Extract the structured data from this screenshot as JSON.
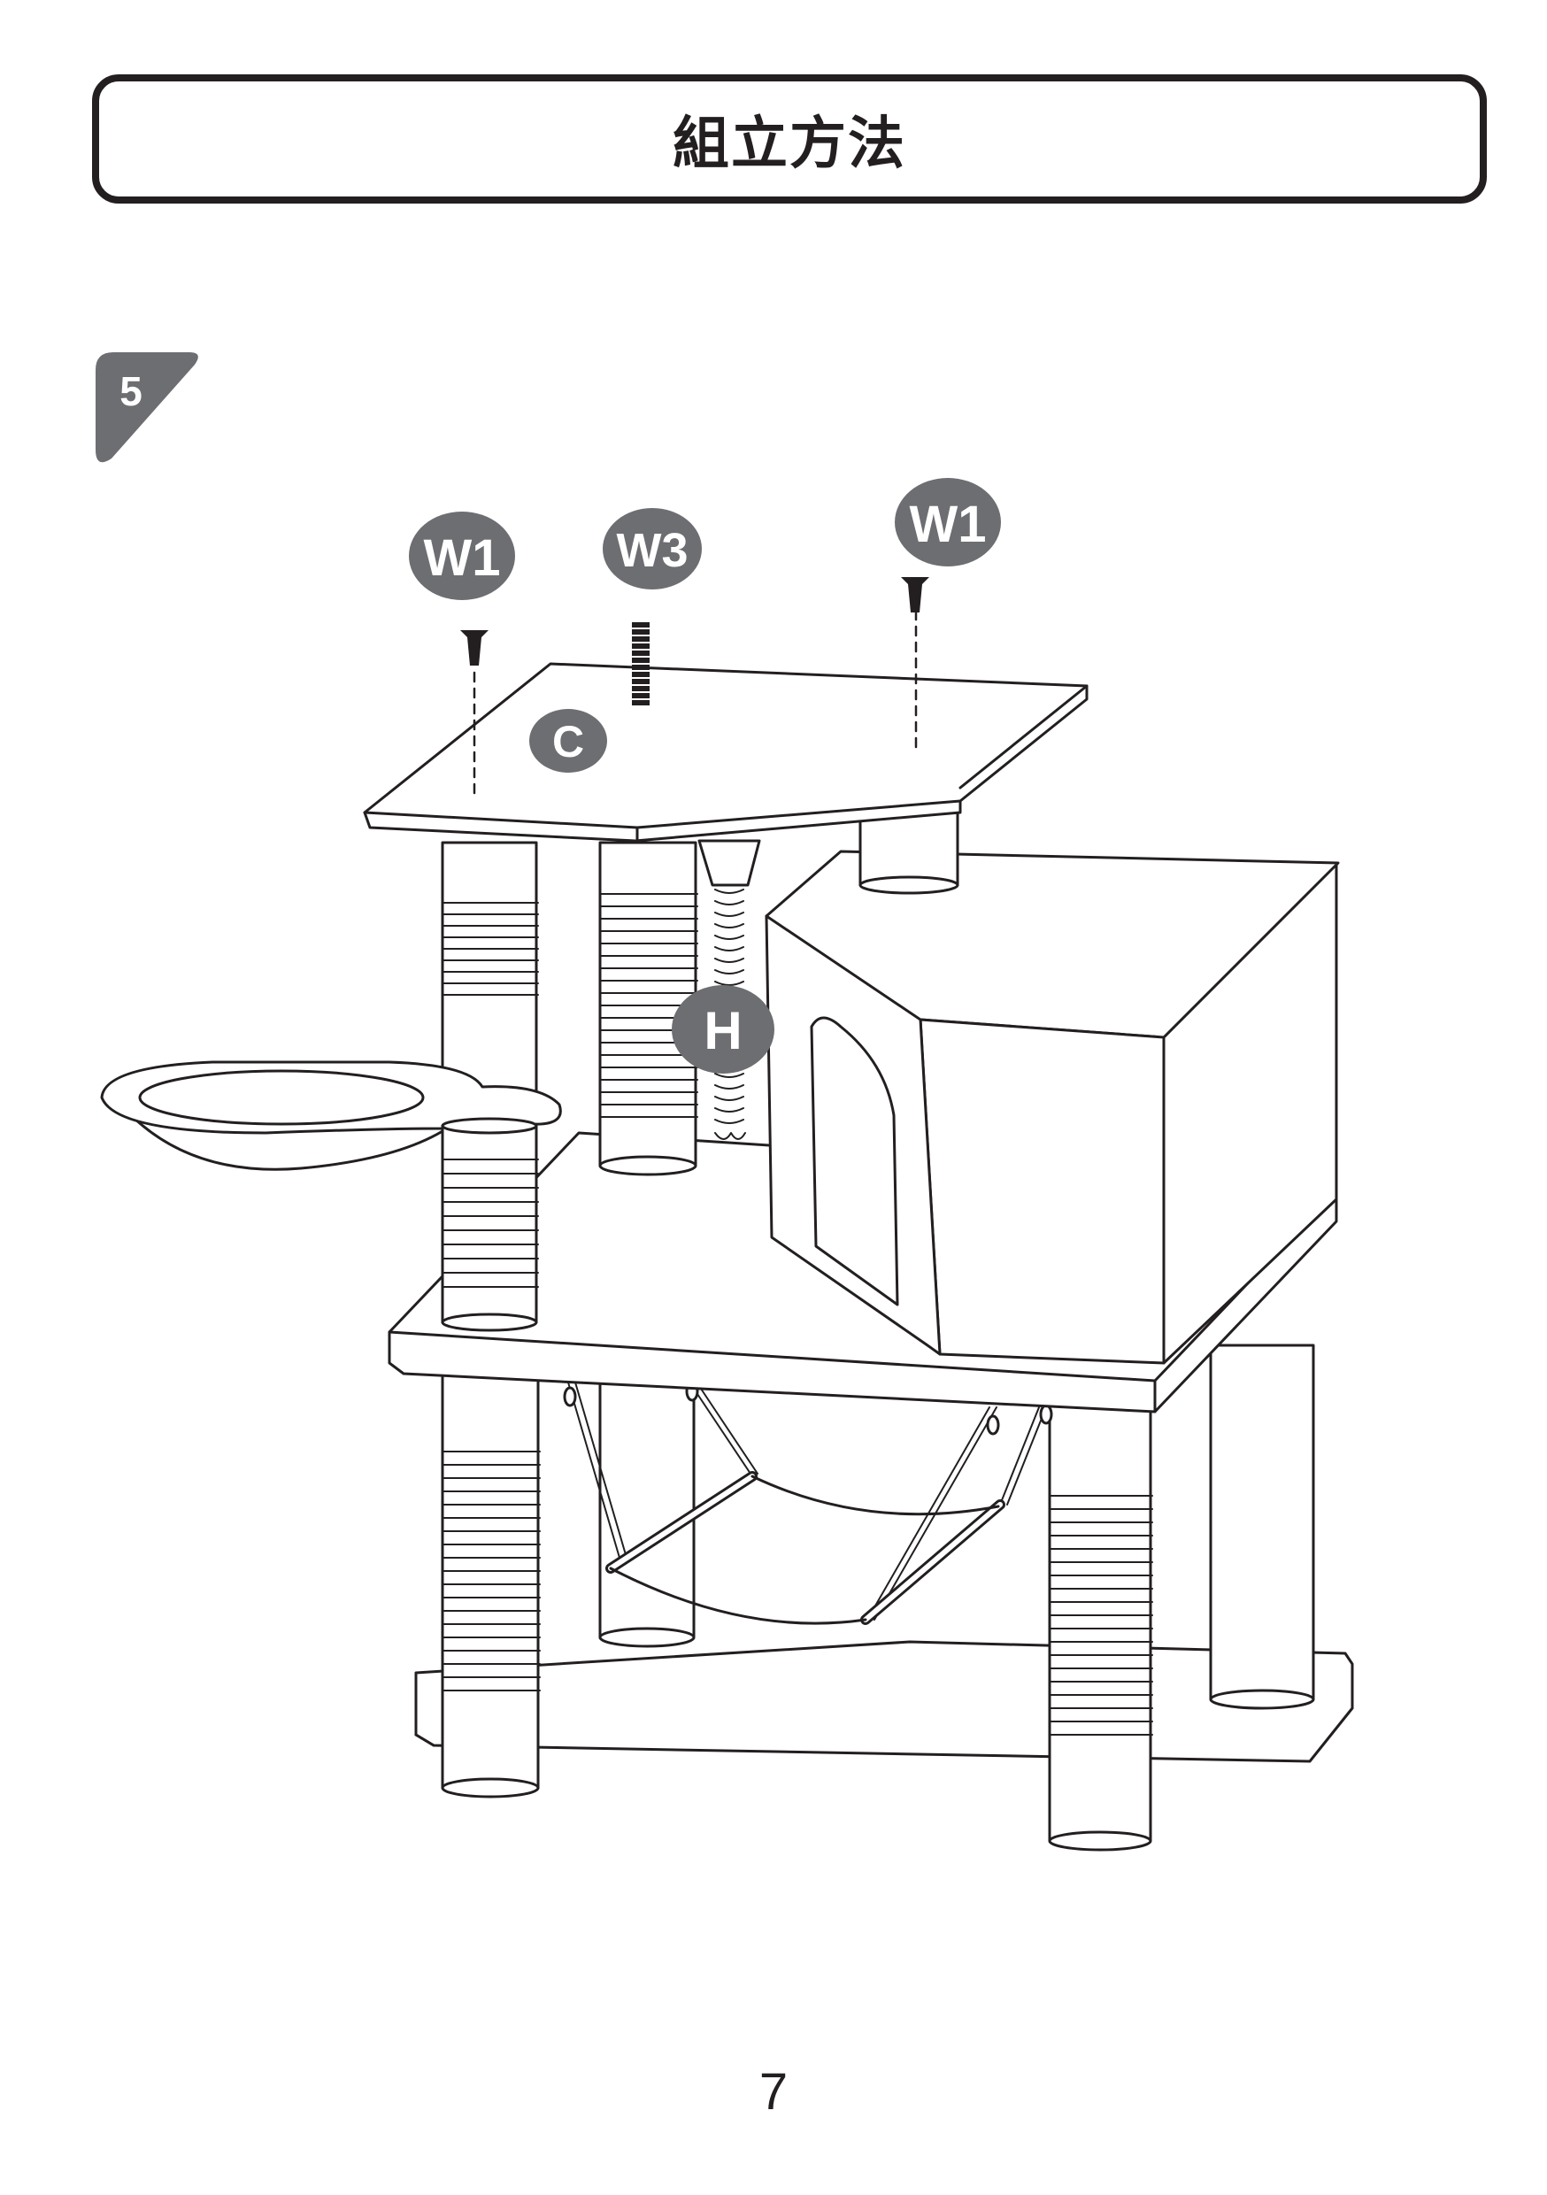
{
  "header": {
    "title": "組立方法"
  },
  "step": {
    "number": "5"
  },
  "parts": {
    "screw_left": "W1",
    "threaded_rod": "W3",
    "screw_right": "W1",
    "top_board": "C",
    "spring_pole": "H"
  },
  "footer": {
    "page_number": "7"
  },
  "colors": {
    "ink": "#231f20",
    "badge_gray": "#6d6e71",
    "paper": "#ffffff"
  }
}
